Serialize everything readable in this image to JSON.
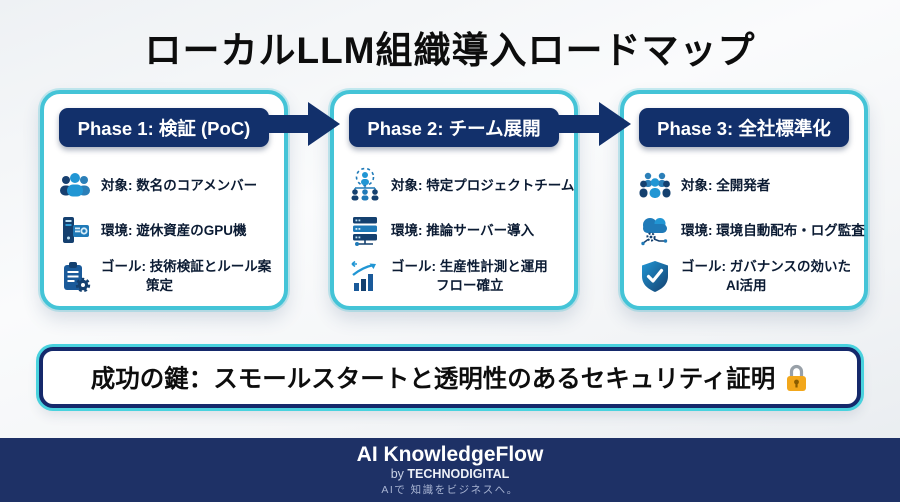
{
  "title": "ローカルLLM組織導入ロードマップ",
  "colors": {
    "card_border_cyan": "#44c4d7",
    "navy": "#12306b",
    "footer_bg": "#1e3166",
    "icon_blue_dark": "#14406f",
    "icon_blue_mid": "#1f7ab8",
    "icon_blue_light": "#2196d4",
    "lock_gold": "#f2a71b"
  },
  "cards": [
    {
      "header": "Phase 1: 検証 (PoC)",
      "items": [
        {
          "icon": "team-users-icon",
          "text": "対象: 数名のコアメンバー",
          "text2": ""
        },
        {
          "icon": "gpu-machine-icon",
          "text": "環境: 遊休資産のGPU機",
          "text2": ""
        },
        {
          "icon": "clipboard-gear-icon",
          "text": "ゴール: 技術検証とルール案",
          "text2": "策定"
        }
      ]
    },
    {
      "header": "Phase 2: チーム展開",
      "items": [
        {
          "icon": "org-chart-icon",
          "text": "対象: 特定プロジェクトチーム",
          "text2": ""
        },
        {
          "icon": "server-stack-icon",
          "text": "環境: 推論サーバー導入",
          "text2": ""
        },
        {
          "icon": "growth-chart-icon",
          "text": "ゴール: 生産性計測と運用",
          "text2": "フロー確立"
        }
      ]
    },
    {
      "header": "Phase 3: 全社標準化",
      "items": [
        {
          "icon": "crowd-users-icon",
          "text": "対象: 全開発者",
          "text2": ""
        },
        {
          "icon": "cloud-network-icon",
          "text": "環境: 環境自動配布・ログ監査",
          "text2": ""
        },
        {
          "icon": "shield-check-icon",
          "text": "ゴール: ガバナンスの効いた",
          "text2": "AI活用"
        }
      ]
    }
  ],
  "key_banner": {
    "text": "成功の鍵：スモールスタートと透明性のあるセキュリティ証明",
    "lock_icon": "lock-icon"
  },
  "footer": {
    "brand": "AI KnowledgeFlow",
    "byline_prefix": "by",
    "byline_name": "TECHNODIGITAL",
    "tagline": "AIで 知識をビジネスへ。"
  }
}
